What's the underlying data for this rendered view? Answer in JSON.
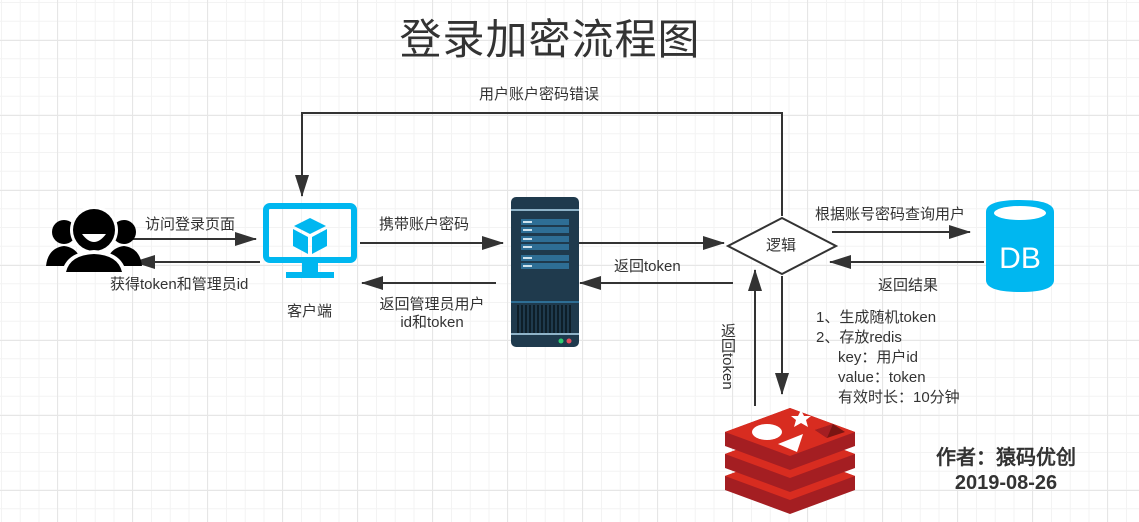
{
  "title": "登录加密流程图",
  "nodes": {
    "users": {
      "icon": "users-group-icon"
    },
    "client": {
      "label": "客户端",
      "icon": "monitor-cube-icon",
      "color": "#00b7f0"
    },
    "server": {
      "icon": "server-rack-icon",
      "color": "#1f3a4d"
    },
    "logic": {
      "label": "逻辑"
    },
    "db": {
      "label": "DB",
      "icon": "database-cylinder-icon",
      "color": "#00b7f0"
    },
    "redis": {
      "icon": "redis-logo-icon",
      "color": "#d82c20"
    }
  },
  "edges": {
    "visit_login": "访问登录页面",
    "get_token": "获得token和管理员id",
    "carry_credentials": "携带账户密码",
    "return_admin_line1": "返回管理员用户",
    "return_admin_line2": "id和token",
    "return_token_server": "返回token",
    "wrong_credentials": "用户账户密码错误",
    "query_user": "根据账号密码查询用户",
    "return_result": "返回结果",
    "return_token_redis": "返回token"
  },
  "steps": [
    "1、生成随机token",
    "2、存放redis",
    "key：用户id",
    "value：token",
    "有效时长：10分钟"
  ],
  "author": {
    "line1": "作者：猿码优创",
    "date": "2019-08-26"
  }
}
